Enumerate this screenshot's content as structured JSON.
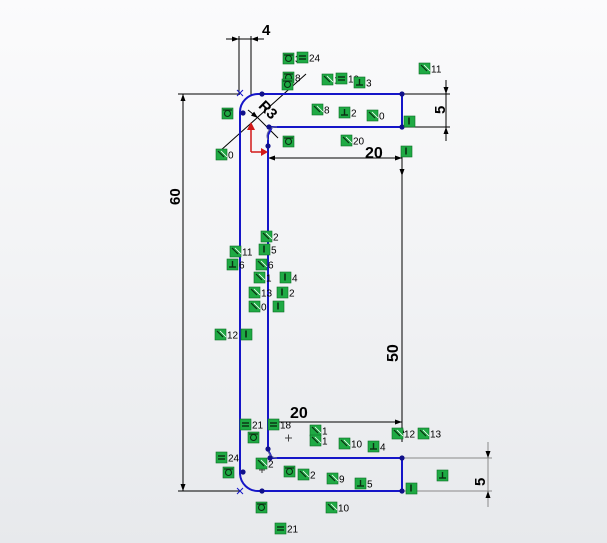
{
  "dimensions": {
    "d_top_offset": "4",
    "d_radius": "R3",
    "d_height_total": "60",
    "d_top_thickness": "5",
    "d_top_width": "20",
    "d_inner_height": "50",
    "d_bottom_width": "20",
    "d_bottom_thickness": "5"
  },
  "relations": [
    {
      "glyph": "tangent",
      "num": "3"
    },
    {
      "glyph": "equal",
      "num": "24"
    },
    {
      "glyph": "tangent",
      "num": "8"
    },
    {
      "glyph": "parallel",
      "num": "10"
    },
    {
      "glyph": "equal",
      "num": "10"
    },
    {
      "glyph": "horizontal",
      "num": "3"
    },
    {
      "glyph": "parallel",
      "num": "11"
    },
    {
      "glyph": "tangent",
      "num": ""
    },
    {
      "glyph": "parallel",
      "num": "8"
    },
    {
      "glyph": "horizontal",
      "num": "2"
    },
    {
      "glyph": "parallel",
      "num": "0"
    },
    {
      "glyph": "vertical",
      "num": ""
    },
    {
      "glyph": "parallel",
      "num": "0"
    },
    {
      "glyph": "tangent",
      "num": ""
    },
    {
      "glyph": "tangent",
      "num": ""
    },
    {
      "glyph": "parallel",
      "num": "20"
    },
    {
      "glyph": "vertical",
      "num": ""
    },
    {
      "glyph": "parallel",
      "num": "2"
    },
    {
      "glyph": "parallel",
      "num": "11"
    },
    {
      "glyph": "vertical",
      "num": "5"
    },
    {
      "glyph": "horizontal",
      "num": "6"
    },
    {
      "glyph": "parallel",
      "num": "6"
    },
    {
      "glyph": "parallel",
      "num": "1"
    },
    {
      "glyph": "vertical",
      "num": "4"
    },
    {
      "glyph": "parallel",
      "num": "13"
    },
    {
      "glyph": "vertical",
      "num": "2"
    },
    {
      "glyph": "parallel",
      "num": "0"
    },
    {
      "glyph": "vertical",
      "num": ""
    },
    {
      "glyph": "parallel",
      "num": "12"
    },
    {
      "glyph": "vertical",
      "num": ""
    },
    {
      "glyph": "equal",
      "num": "21"
    },
    {
      "glyph": "equal",
      "num": "18"
    },
    {
      "glyph": "tangent",
      "num": ""
    },
    {
      "glyph": "parallel",
      "num": "1"
    },
    {
      "glyph": "parallel",
      "num": "1"
    },
    {
      "glyph": "parallel",
      "num": "10"
    },
    {
      "glyph": "horizontal",
      "num": "4"
    },
    {
      "glyph": "parallel",
      "num": "12"
    },
    {
      "glyph": "parallel",
      "num": "13"
    },
    {
      "glyph": "equal",
      "num": "24"
    },
    {
      "glyph": "parallel",
      "num": "2"
    },
    {
      "glyph": "tangent",
      "num": ""
    },
    {
      "glyph": "parallel",
      "num": "2"
    },
    {
      "glyph": "parallel",
      "num": "9"
    },
    {
      "glyph": "horizontal",
      "num": "5"
    },
    {
      "glyph": "horizontal",
      "num": ""
    },
    {
      "glyph": "vertical",
      "num": ""
    },
    {
      "glyph": "tangent",
      "num": ""
    },
    {
      "glyph": "parallel",
      "num": "10"
    },
    {
      "glyph": "equal",
      "num": "21"
    },
    {
      "glyph": "tangent",
      "num": ""
    }
  ],
  "colors": {
    "sketch_line": "#1515c8",
    "sketch_point": "#10108a",
    "dimension_line": "#000000",
    "relation_fill": "#1faa44",
    "relation_border": "#0c6e26",
    "relation_glyph": "#0b2e12",
    "origin_arrow": "#d21919",
    "construction_gray": "#8a8a8a"
  }
}
